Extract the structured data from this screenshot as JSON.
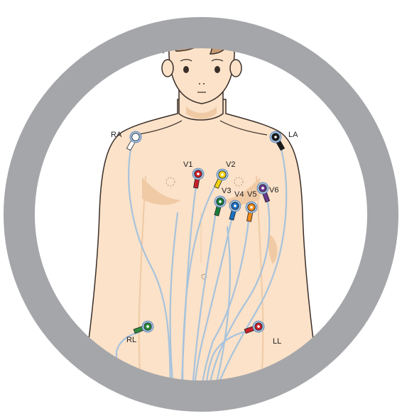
{
  "colors": {
    "ring": "#a5a6a9",
    "skin": "#fbe2c9",
    "skin_shade": "#f0caa5",
    "outline": "#3a2e28",
    "hair": "#c89a72",
    "wire": "#a8c3dc",
    "pad_ring": "#9fc0e2",
    "label": "#222222"
  },
  "electrodes": [
    {
      "id": "RA",
      "label": "RA",
      "color": "#ffffff"
    },
    {
      "id": "LA",
      "label": "LA",
      "color": "#1a1a1a"
    },
    {
      "id": "V1",
      "label": "V1",
      "color": "#c8202a"
    },
    {
      "id": "V2",
      "label": "V2",
      "color": "#f2d313"
    },
    {
      "id": "V3",
      "label": "V3",
      "color": "#1a7d3a"
    },
    {
      "id": "V4",
      "label": "V4",
      "color": "#1b6fbf"
    },
    {
      "id": "V5",
      "label": "V5",
      "color": "#f08a18"
    },
    {
      "id": "V6",
      "label": "V6",
      "color": "#6a3a8c"
    },
    {
      "id": "RL",
      "label": "RL",
      "color": "#2e8b3a"
    },
    {
      "id": "LL",
      "label": "LL",
      "color": "#c8202a"
    }
  ]
}
